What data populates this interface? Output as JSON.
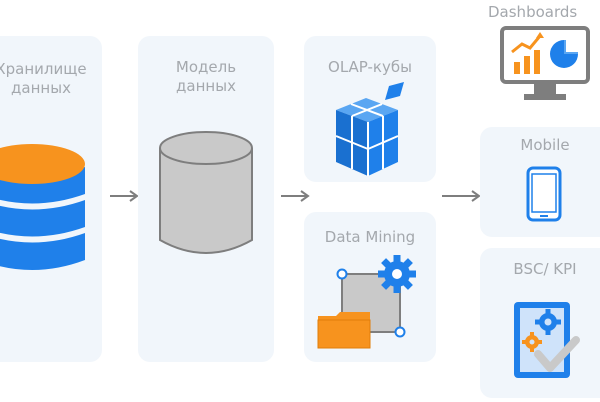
{
  "stages": {
    "storage": {
      "line1": "Хранилище",
      "line2": "данных"
    },
    "model": {
      "line1": "Модель",
      "line2": "данных"
    },
    "olap": {
      "label": "OLAP-кубы"
    },
    "mining": {
      "label": "Data Mining"
    },
    "dashboards": {
      "label": "Dashboards"
    },
    "mobile": {
      "label": "Mobile"
    },
    "bsc": {
      "label": "BSC/ KPI"
    }
  },
  "colors": {
    "card_bg": "#f1f6fb",
    "blue": "#1f80ea",
    "orange": "#f7931e",
    "gray": "#c9c9c9",
    "label": "#a4a8ad",
    "arrow": "#7e7e7e"
  },
  "icons": {
    "storage": "database-icon",
    "model": "cylinder-icon",
    "olap": "cube-icon",
    "mining": "data-mining-icon",
    "dashboards": "monitor-chart-icon",
    "mobile": "smartphone-icon",
    "bsc": "kpi-checklist-icon"
  }
}
